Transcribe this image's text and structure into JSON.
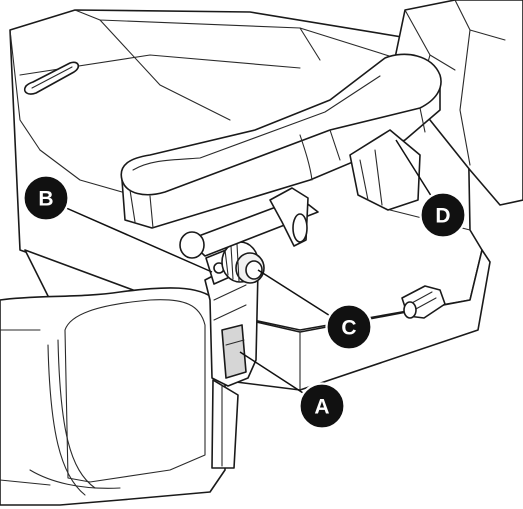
{
  "callouts": {
    "a": {
      "label": "A"
    },
    "b": {
      "label": "B"
    },
    "c": {
      "label": "C"
    },
    "d": {
      "label": "D"
    }
  },
  "colors": {
    "line": "#1a1a1a",
    "callout_fill": "#111111",
    "callout_text": "#ffffff",
    "background": "#ffffff"
  }
}
